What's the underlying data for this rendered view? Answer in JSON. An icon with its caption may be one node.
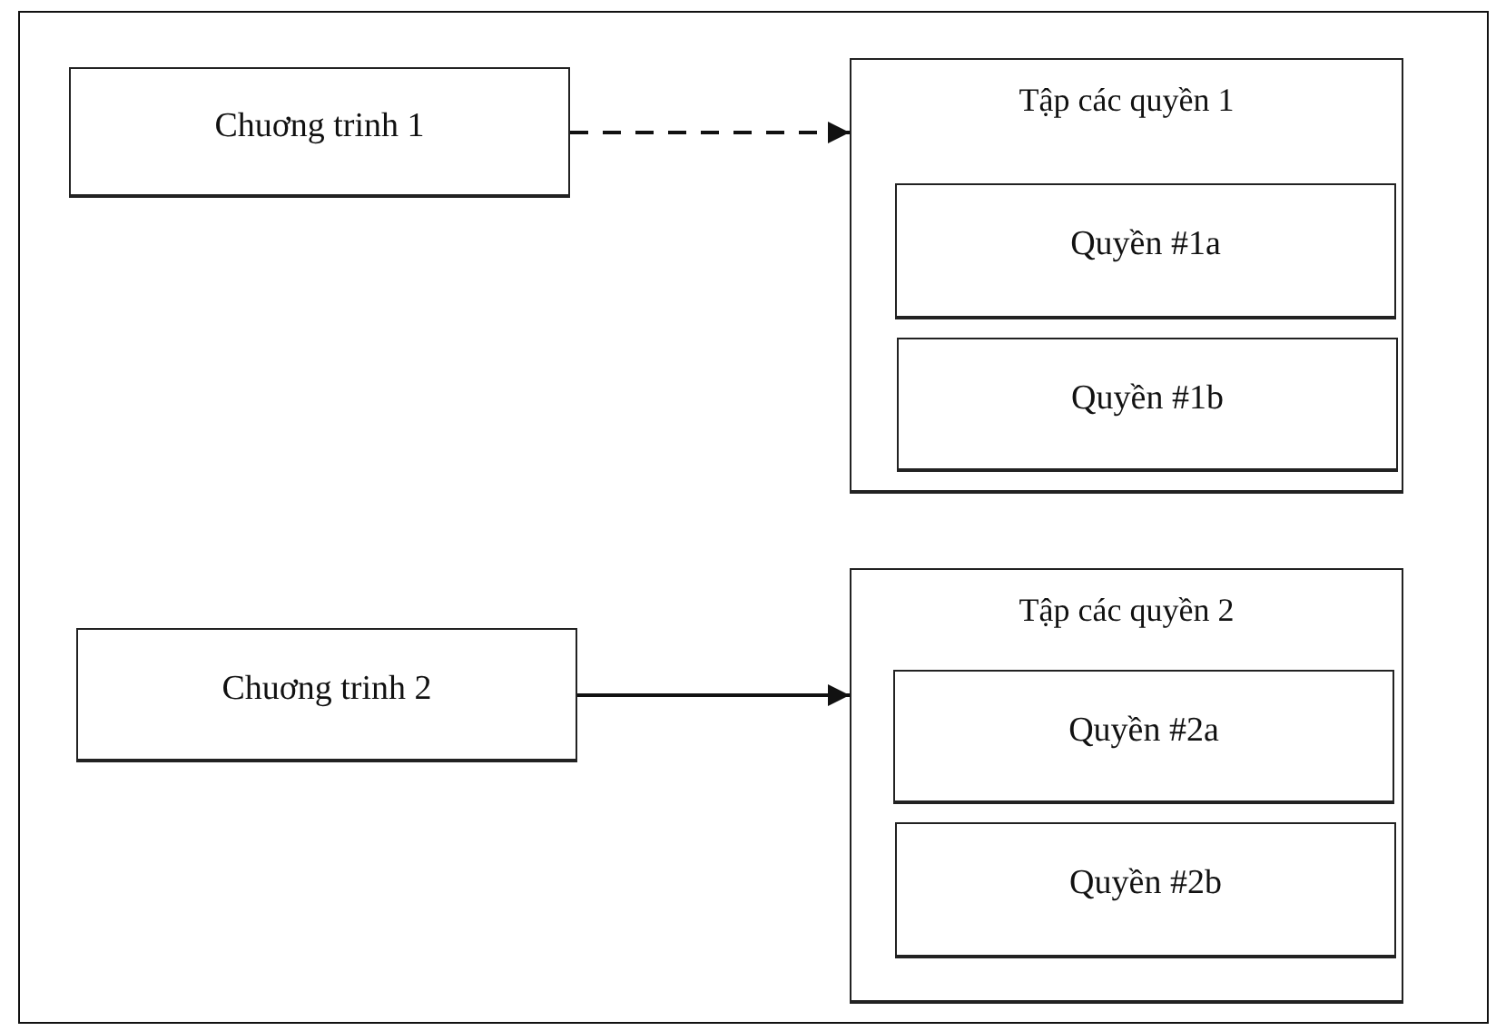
{
  "diagram": {
    "nodes": [
      {
        "text": [
          "Chuơng trinh 1"
        ]
      },
      {
        "text": [
          "Tập các quyền 1"
        ]
      },
      {
        "text": [
          "Quyền #1a"
        ],
        "in": 1
      },
      {
        "text": [
          "Quyền #1b"
        ],
        "in": 1
      },
      {
        "text": [
          "Chuơng trinh 2"
        ]
      },
      {
        "text": [
          "Tập các quyền 2"
        ]
      },
      {
        "text": [
          "Quyền #2a"
        ],
        "in": 5
      },
      {
        "text": [
          "Quyền #2b"
        ],
        "in": 5
      }
    ],
    "edges": [
      {
        "from": 0,
        "to": 1,
        "arrow": "to",
        "style": "dashed"
      },
      {
        "from": 4,
        "to": 5,
        "arrow": "to"
      }
    ]
  }
}
